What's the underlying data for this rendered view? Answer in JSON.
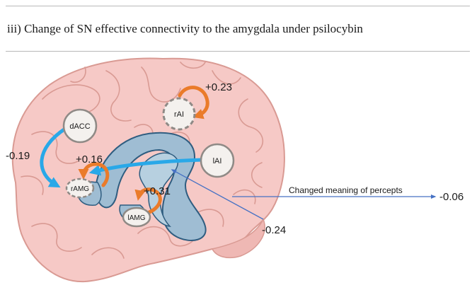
{
  "figure": {
    "title": "iii) Change of SN effective connectivity to the amygdala under psilocybin"
  },
  "nodes": {
    "dACC": "dACC",
    "rAI": "rAI",
    "lAI": "lAI",
    "rAMG": "rAMG",
    "lAMG": "lAMG"
  },
  "edges": {
    "dACC_to_rAMG": "-0.19",
    "rAMG_self": "+0.16",
    "rAI_self": "+0.23",
    "lAMG_self": "+0.31",
    "lAI_to_rAMG": "-0.24"
  },
  "outcome": {
    "label": "Changed meaning of percepts",
    "value": "-0.06"
  },
  "colors": {
    "brain_fill": "#f6c9c6",
    "brain_outline": "#d99a93",
    "limbic_fill": "#9fbdd3",
    "limbic_outline": "#2f5d80",
    "connection_arrow": "#29a8e8",
    "self_connection": "#ea7b2a",
    "outcome_arrow": "#4772c4",
    "node_fill": "#f4f1ee",
    "node_outline_solid": "#8f8a86",
    "node_outline_dashed": "#8f8a86"
  }
}
